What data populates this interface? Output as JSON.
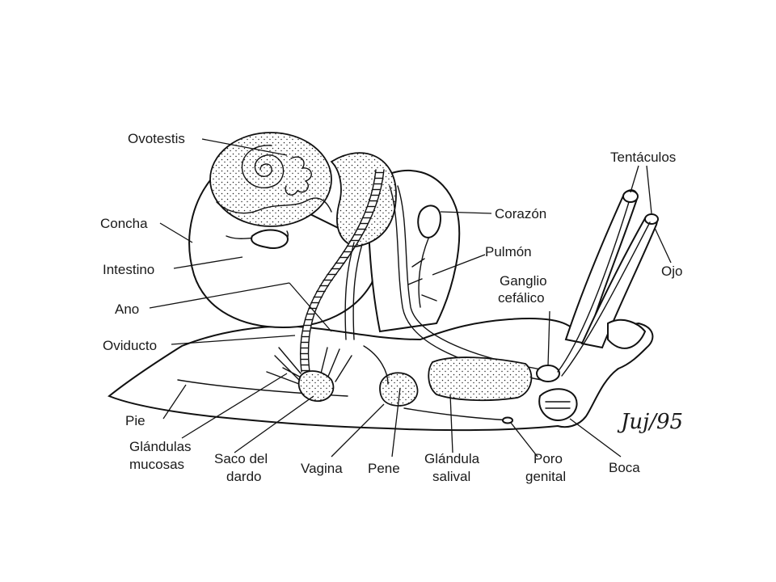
{
  "diagram": {
    "labels": {
      "ovotestis": "Ovotestis",
      "concha": "Concha",
      "intestino": "Intestino",
      "ano": "Ano",
      "oviducto": "Oviducto",
      "pie": "Pie",
      "glandulas_1": "Glándulas",
      "glandulas_2": "mucosas",
      "saco_1": "Saco del",
      "saco_2": "dardo",
      "vagina": "Vagina",
      "pene": "Pene",
      "glandula_1": "Glándula",
      "glandula_2": "salival",
      "poro_1": "Poro",
      "poro_2": "genital",
      "boca": "Boca",
      "ojo": "Ojo",
      "tentaculos": "Tentáculos",
      "corazon": "Corazón",
      "pulmon": "Pulmón",
      "ganglio_1": "Ganglio",
      "ganglio_2": "cefálico"
    },
    "signature": "Juj/95"
  }
}
